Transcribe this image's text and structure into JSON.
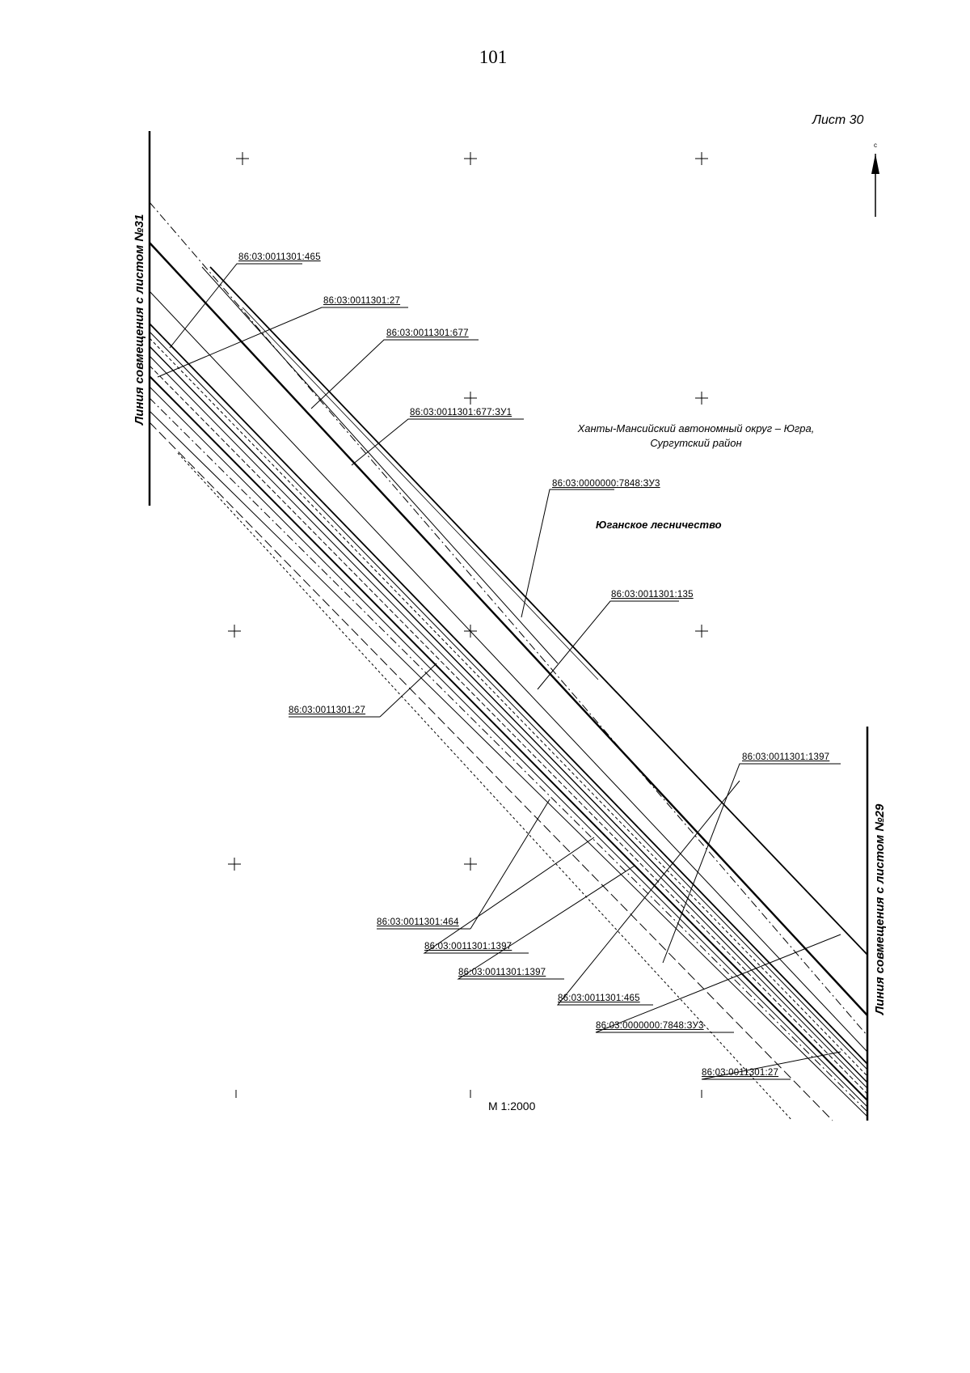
{
  "page_number": "101",
  "sheet_label": "Лист 30",
  "region_label": [
    "Ханты-Мансийский автономный округ – Югра,",
    "Сургутский район"
  ],
  "forestry_label": "Юганское лесничество",
  "match_line_left": "Линия совмещения с листом №31",
  "match_line_right": "Линия совмещения с листом №29",
  "scale": "М 1:2000",
  "north_arrow": "north-arrow-icon",
  "parcels": [
    "86:03:0011301:465",
    "86:03:0011301:27",
    "86:03:0011301:677",
    "86:03:0011301:677:ЗУ1",
    "86:03:0000000:7848:ЗУ3",
    "86:03:0011301:135",
    "86:03:0011301:27",
    "86:03:0011301:1397",
    "86:03:0011301:464",
    "86:03:0011301:1397",
    "86:03:0011301:1397",
    "86:03:0011301:465",
    "86:03:0000000:7848:ЗУ3",
    "86:03:0011301:27"
  ]
}
